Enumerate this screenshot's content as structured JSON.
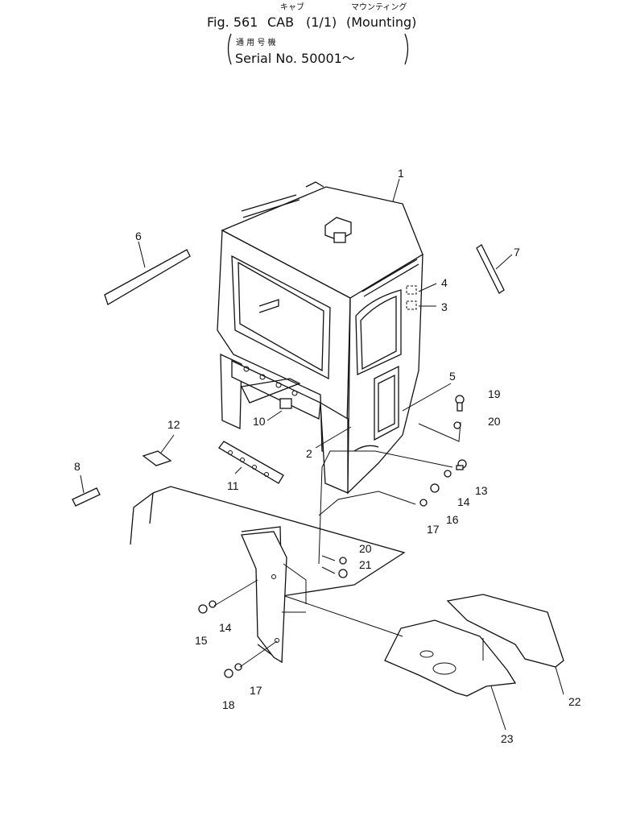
{
  "header": {
    "kana_cab": "キャブ",
    "kana_mounting": "マウンティング",
    "fig": "Fig. 561",
    "title": "CAB",
    "sheet": "(1/1)",
    "subtitle": "(Mounting)",
    "serial_jp": "通 用 号 機",
    "serial": "Serial No. 50001～"
  },
  "callouts": {
    "c1": "1",
    "c2": "2",
    "c3": "3",
    "c4": "4",
    "c5": "5",
    "c6": "6",
    "c7": "7",
    "c8": "8",
    "c10": "10",
    "c11": "11",
    "c12": "12",
    "c13": "13",
    "c14a": "14",
    "c14b": "14",
    "c15": "15",
    "c16": "16",
    "c17a": "17",
    "c17b": "17",
    "c18": "18",
    "c19": "19",
    "c20a": "20",
    "c20b": "20",
    "c21": "21",
    "c22": "22",
    "c23": "23"
  }
}
